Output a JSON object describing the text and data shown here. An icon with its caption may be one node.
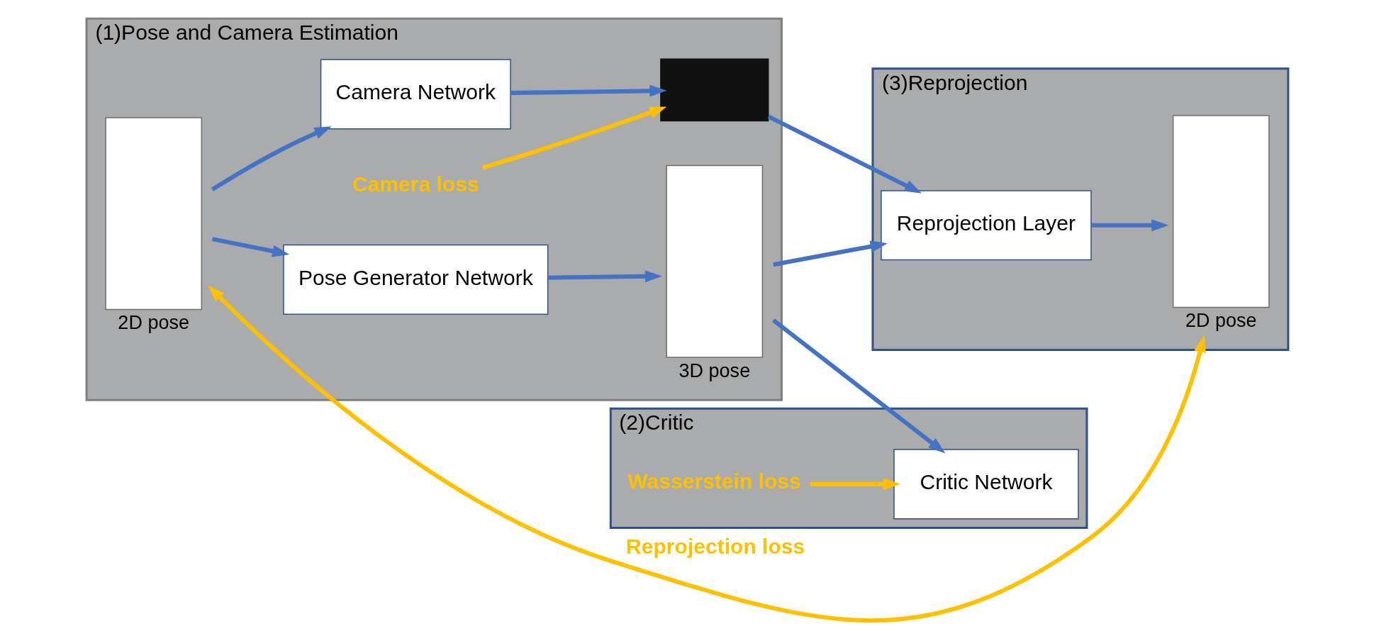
{
  "diagram": {
    "nodes": [
      {
        "text": [
          "(1)Pose and Camera Estimation"
        ]
      },
      {
        "text": [],
        "shape": "box",
        "beside": [
          "2D pose"
        ],
        "in": 0
      },
      {
        "text": [
          "Pose Generator Network"
        ],
        "in": 0
      },
      {
        "text": [
          "Camera Network"
        ],
        "in": 0
      },
      {
        "text": [],
        "shape": "box",
        "beside": [
          "3D pose"
        ],
        "in": 0
      },
      {
        "text": [],
        "shape": "box",
        "in": 0
      },
      {
        "text": [
          "Camera loss"
        ],
        "in": 0
      },
      {
        "text": [
          "(2)Critic"
        ]
      },
      {
        "text": [
          "Critic Network"
        ],
        "in": 7
      },
      {
        "text": [
          "Wasserstein loss"
        ],
        "in": 7
      },
      {
        "text": [
          "(3)Reprojection"
        ]
      },
      {
        "text": [
          "Reprojection Layer"
        ],
        "in": 10
      },
      {
        "text": [],
        "shape": "box",
        "beside": [
          "2D pose"
        ],
        "in": 10
      }
    ],
    "edges": [
      {
        "from": 1,
        "to": 2,
        "arrow": "to"
      },
      {
        "from": 1,
        "to": 3,
        "arrow": "to"
      },
      {
        "from": 2,
        "to": 4,
        "arrow": "to"
      },
      {
        "from": 3,
        "to": 5,
        "arrow": "to"
      },
      {
        "from": 4,
        "to": 8,
        "arrow": "to"
      },
      {
        "from": 4,
        "to": 11,
        "arrow": "to"
      },
      {
        "from": 5,
        "to": 11,
        "arrow": "to"
      },
      {
        "from": 11,
        "to": 12,
        "arrow": "to"
      },
      {
        "from": 6,
        "to": 5,
        "arrow": "to",
        "color": "#ffc000"
      },
      {
        "from": 9,
        "to": 8,
        "arrow": "to",
        "color": "#ffc000"
      },
      {
        "from": 1,
        "to": 12,
        "arrow": "both",
        "label": "Reprojection loss",
        "color": "#ffc000"
      }
    ]
  }
}
